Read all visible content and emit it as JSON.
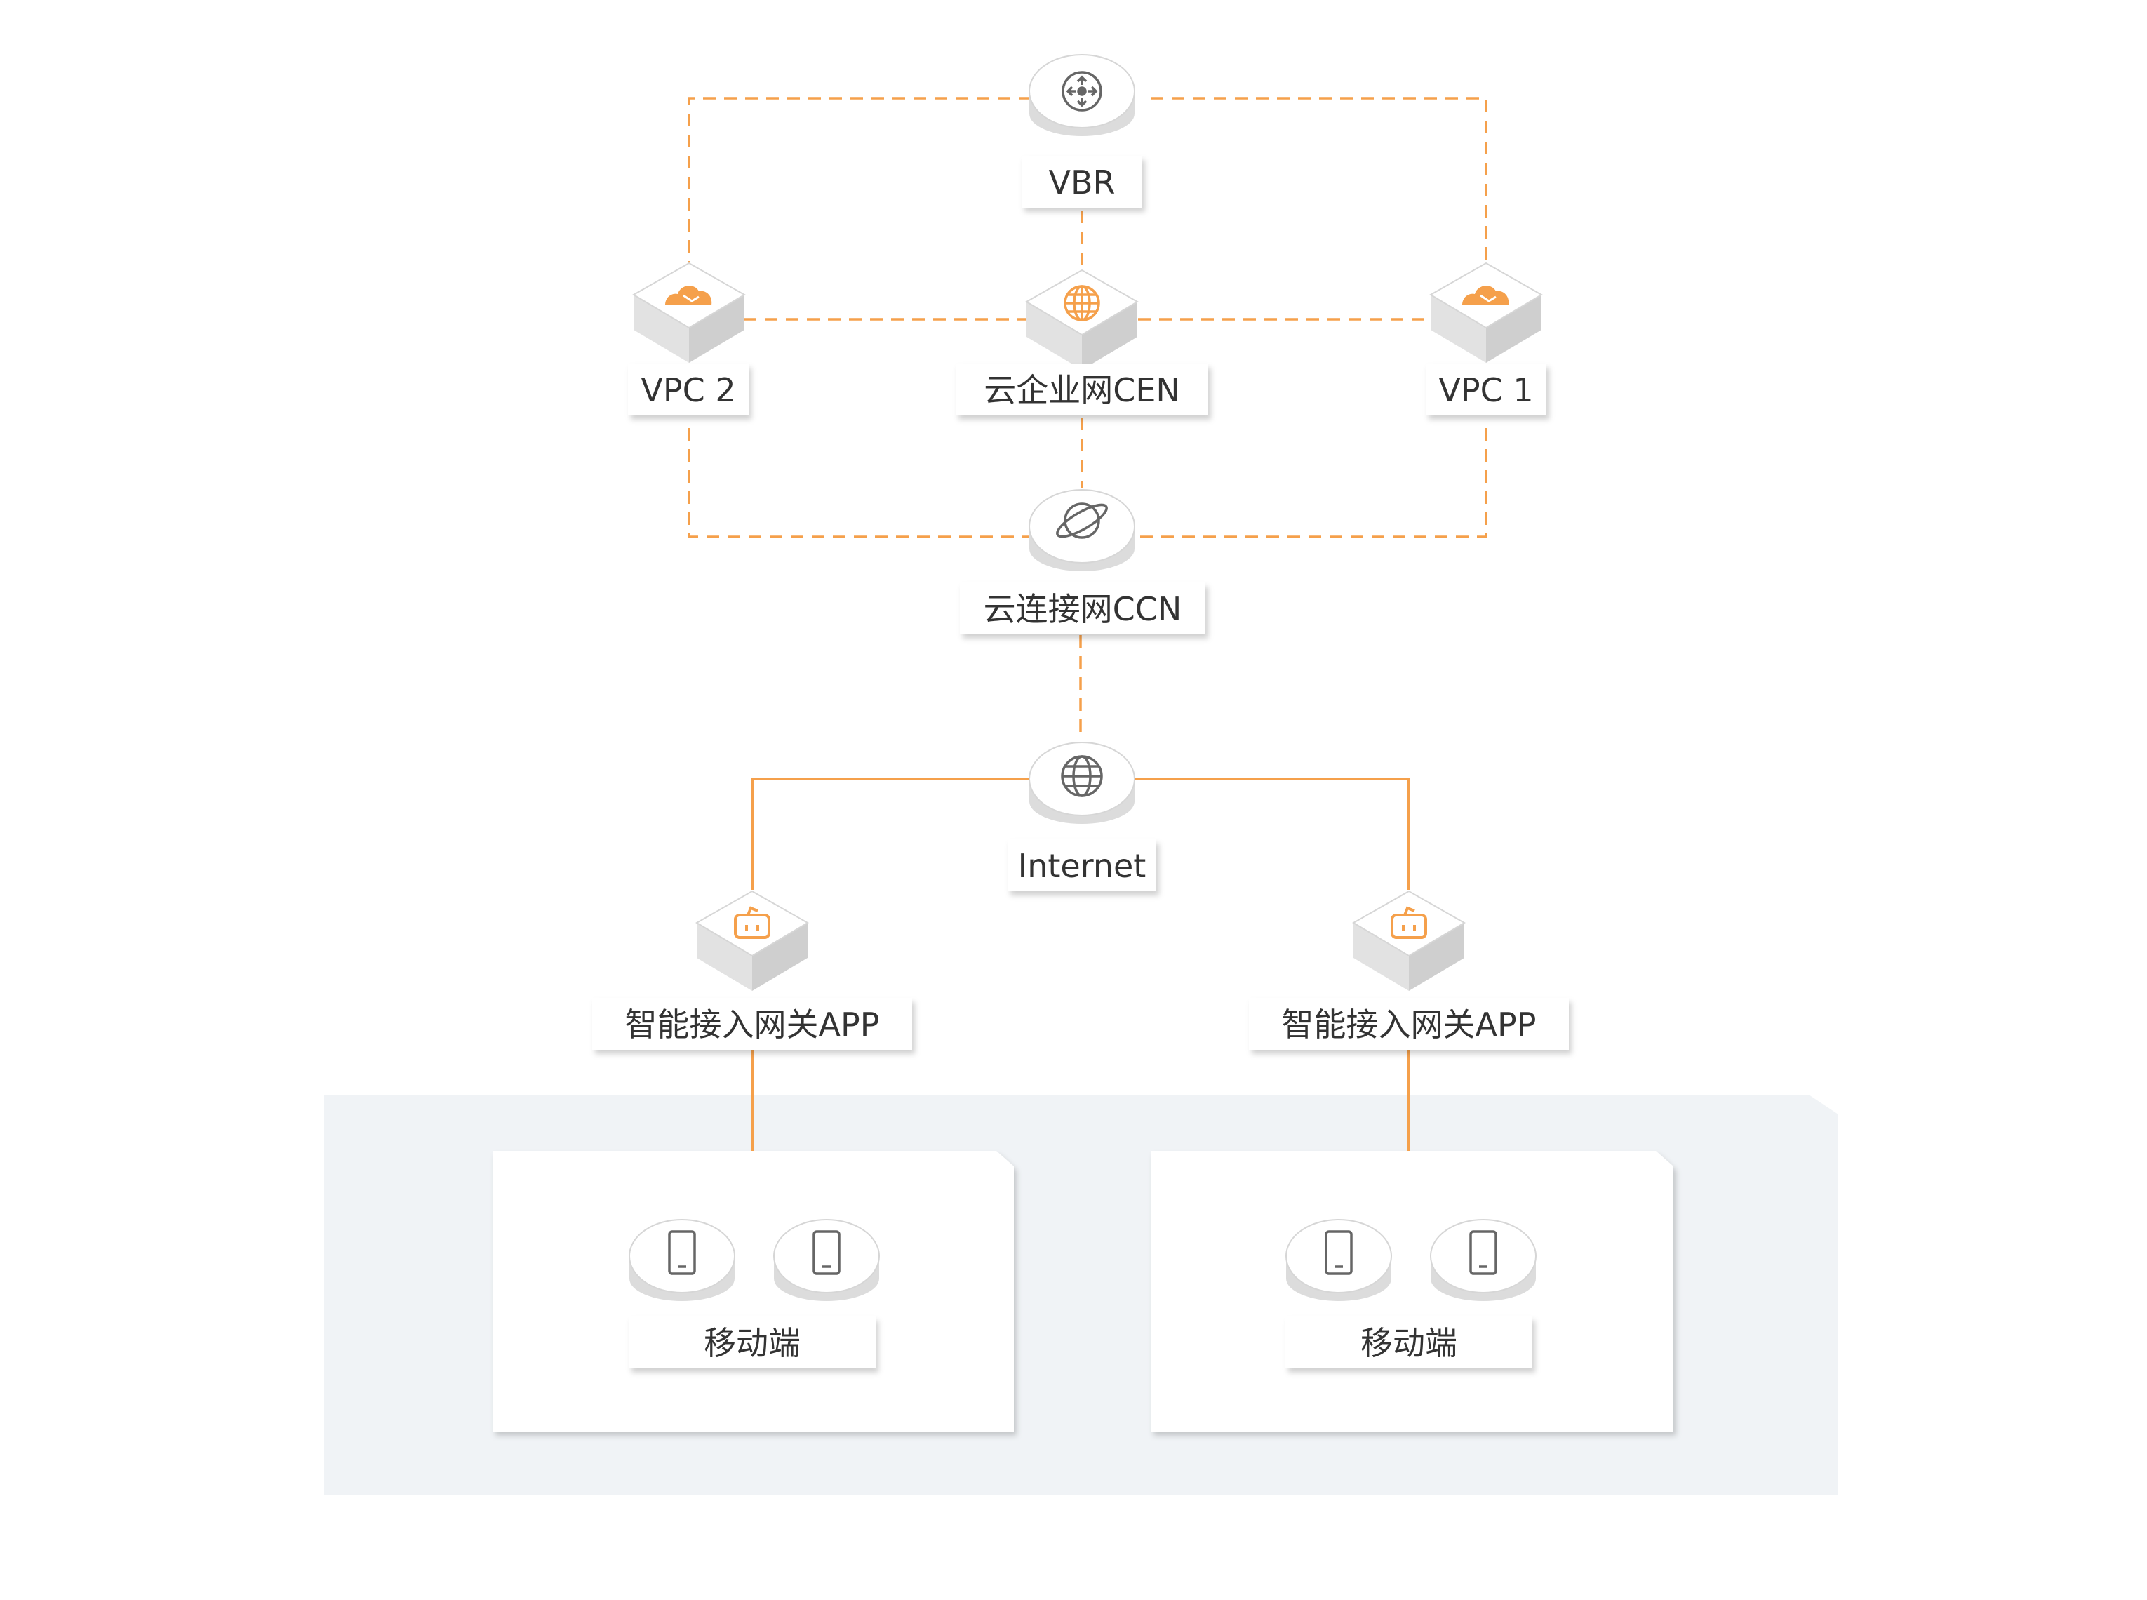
{
  "colors": {
    "accent": "#f5a04b",
    "node_top": "#ffffff",
    "node_side": "#dcdcdc",
    "zone_bg": "#f0f3f6",
    "icon_gray": "#666666",
    "text": "#333333"
  },
  "nodes": {
    "vbr": {
      "label": "VBR",
      "icon": "router-icon"
    },
    "vpc2": {
      "label": "VPC 2",
      "icon": "cloud-icon"
    },
    "cen": {
      "label": "云企业网CEN",
      "icon": "globe-network-icon"
    },
    "vpc1": {
      "label": "VPC 1",
      "icon": "cloud-icon"
    },
    "ccn": {
      "label": "云连接网CCN",
      "icon": "planet-icon"
    },
    "internet": {
      "label": "Internet",
      "icon": "globe-icon"
    },
    "gateway_left": {
      "label": "智能接入网关APP",
      "icon": "gateway-icon"
    },
    "gateway_right": {
      "label": "智能接入网关APP",
      "icon": "gateway-icon"
    },
    "mobile_left": {
      "label": "移动端",
      "icon": "mobile-phone-icon"
    },
    "mobile_right": {
      "label": "移动端",
      "icon": "mobile-phone-icon"
    }
  }
}
